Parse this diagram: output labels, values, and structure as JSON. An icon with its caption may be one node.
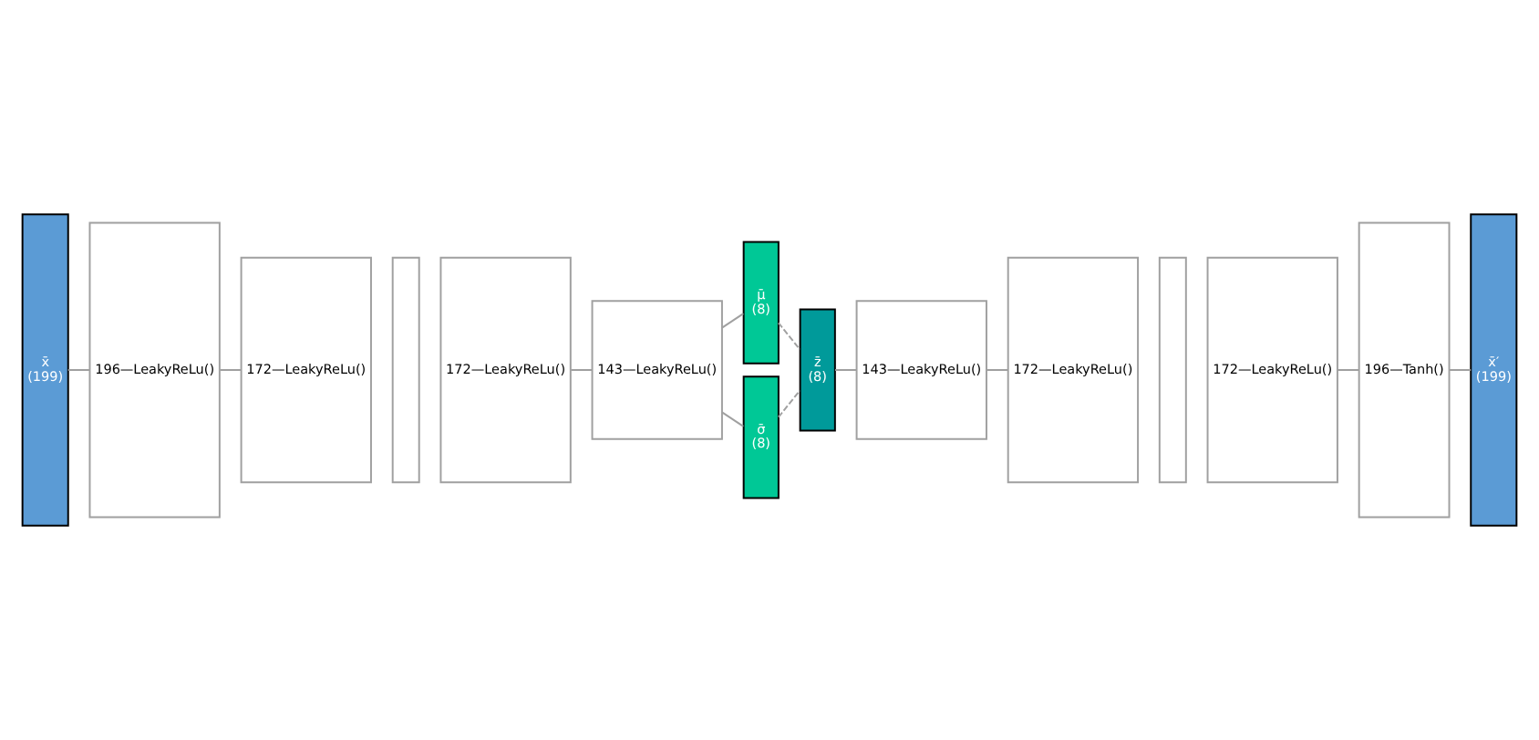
{
  "diagram": {
    "nodes": [
      {
        "text": [
          "x̄",
          "(199)"
        ]
      },
      {
        "text": [
          "196—LeakyReLu()"
        ]
      },
      {
        "text": [
          "172—LeakyReLu()"
        ]
      },
      {
        "text": [],
        "shape": "box"
      },
      {
        "text": [
          "172—LeakyReLu()"
        ]
      },
      {
        "text": [
          "143—LeakyReLu()"
        ]
      },
      {
        "text": [
          "μ̄",
          "(8)"
        ]
      },
      {
        "text": [
          "σ̄",
          "(8)"
        ]
      },
      {
        "text": [
          "z̄",
          "(8)"
        ]
      },
      {
        "text": [
          "143—LeakyReLu()"
        ]
      },
      {
        "text": [
          "172—LeakyReLu()"
        ]
      },
      {
        "text": [],
        "shape": "box"
      },
      {
        "text": [
          "172—LeakyReLu()"
        ]
      },
      {
        "text": [
          "196—Tanh()"
        ]
      },
      {
        "text": [
          "x̄′",
          "(199)"
        ]
      }
    ],
    "edges": [
      {
        "from": 0,
        "to": 1,
        "arrow": "none"
      },
      {
        "from": 1,
        "to": 2,
        "arrow": "none"
      },
      {
        "from": 4,
        "to": 5,
        "arrow": "none"
      },
      {
        "from": 5,
        "to": 6,
        "arrow": "none"
      },
      {
        "from": 5,
        "to": 7,
        "arrow": "none"
      },
      {
        "from": 6,
        "to": 8,
        "arrow": "none",
        "style": "dashed"
      },
      {
        "from": 7,
        "to": 8,
        "arrow": "none",
        "style": "dashed"
      },
      {
        "from": 8,
        "to": 9,
        "arrow": "none"
      },
      {
        "from": 9,
        "to": 10,
        "arrow": "none"
      },
      {
        "from": 12,
        "to": 13,
        "arrow": "none"
      },
      {
        "from": 13,
        "to": 14,
        "arrow": "none"
      }
    ]
  }
}
